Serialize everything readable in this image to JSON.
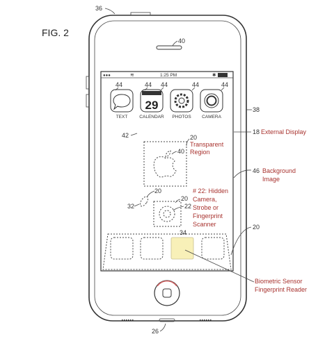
{
  "figure": {
    "title": "FIG. 2"
  },
  "status_bar": {
    "time": "1:25 PM",
    "battery_symbol": "✱"
  },
  "apps": [
    {
      "label": "TEXT",
      "icon": "speech-bubble-icon"
    },
    {
      "label": "CALENDAR",
      "icon": "calendar-icon",
      "date": "29"
    },
    {
      "label": "PHOTOS",
      "icon": "gear-icon"
    },
    {
      "label": "CAMERA",
      "icon": "camera-icon"
    }
  ],
  "refs": {
    "device": "36",
    "speaker": "40",
    "apps": [
      "44",
      "44",
      "44",
      "44",
      "44"
    ],
    "bezel": "38",
    "display": "18",
    "screen_area": "42",
    "transparent_region": "20",
    "logo": "40",
    "background": "46",
    "camera_region": "20",
    "side_region": "20",
    "camera_outer": "20",
    "camera_inner": "22",
    "side_element": "32",
    "sensor": "34",
    "dock": "20",
    "connector": "26"
  },
  "annotations": {
    "external_display": "External Display",
    "transparent_region": [
      "Transparent",
      "Region"
    ],
    "background_image": [
      "Background",
      "Image"
    ],
    "hidden_camera": [
      "# 22: Hidden",
      "Camera,",
      "Strobe or",
      "Fingerprint",
      "Scanner"
    ],
    "biometric": [
      "Biometric Sensor",
      "Fingerprint Reader"
    ]
  },
  "colors": {
    "annotation": "#a8322e",
    "sensor_highlight": "#f8f0b8",
    "home_ring": "#d06262"
  }
}
